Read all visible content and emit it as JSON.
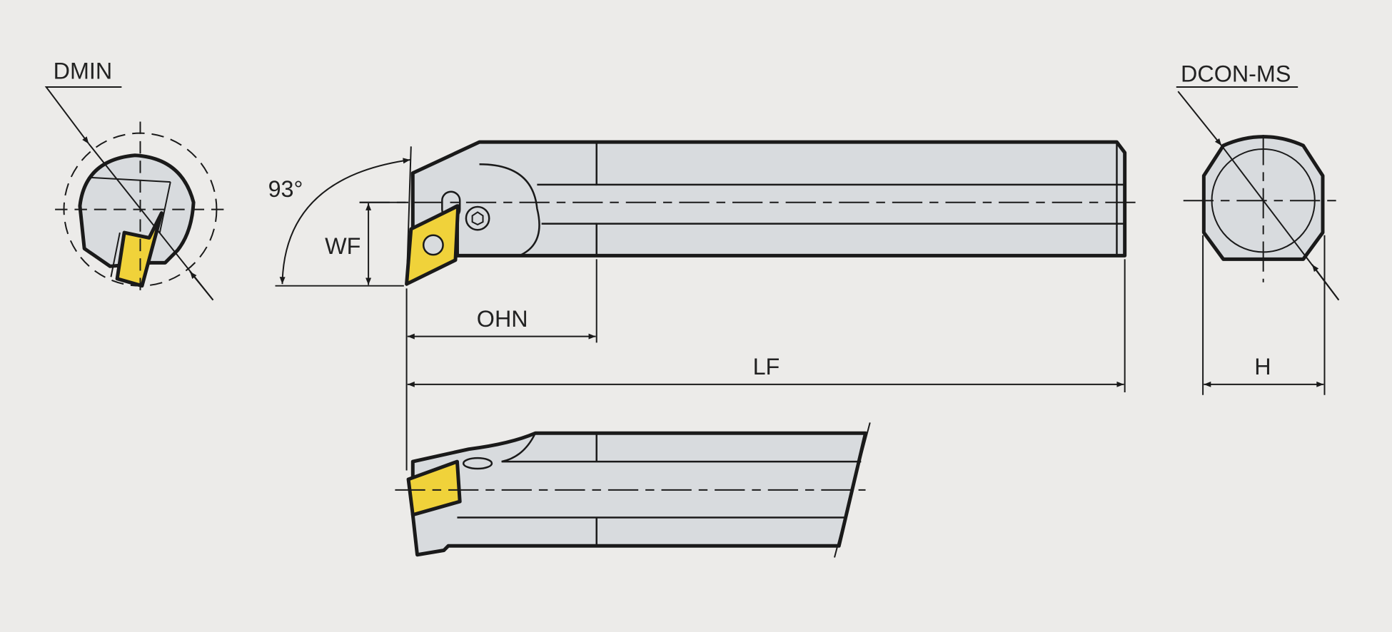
{
  "labels": {
    "dmin": "DMIN",
    "angle": "93°",
    "wf": "WF",
    "ohn": "OHN",
    "lf": "LF",
    "dcon_ms": "DCON-MS",
    "h": "H"
  },
  "colors": {
    "insert": "#f0d23a",
    "body": "#d8dbde",
    "background": "#ecebe9"
  }
}
